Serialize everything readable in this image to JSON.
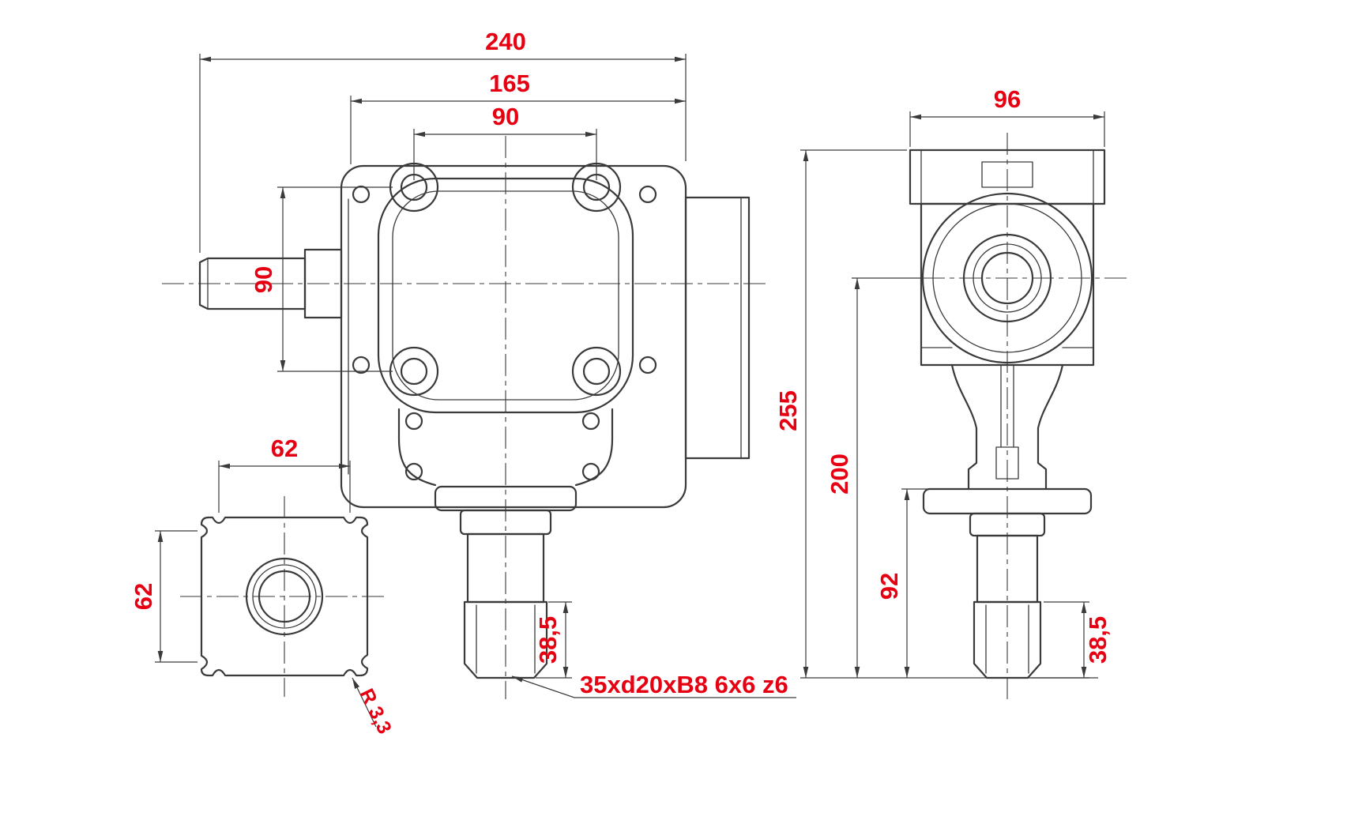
{
  "drawing": {
    "front_view": {
      "dim_total_width": "240",
      "dim_flange_width": "165",
      "dim_bolt_spacing_horizontal": "90",
      "dim_bolt_spacing_vertical": "90",
      "dim_spline_length": "38,5",
      "spline_spec": "35xd20xB8 6x6 z6"
    },
    "output_flange_view": {
      "dim_width": "62",
      "dim_height": "62",
      "corner_radius": "R 3,3"
    },
    "side_view": {
      "dim_width": "96",
      "dim_total_height": "255",
      "dim_center_to_end": "200",
      "dim_flange_to_end": "92",
      "dim_spline_length": "38,5"
    }
  },
  "colors": {
    "line": "#3a3a3a",
    "dimension_text": "#e60012"
  }
}
